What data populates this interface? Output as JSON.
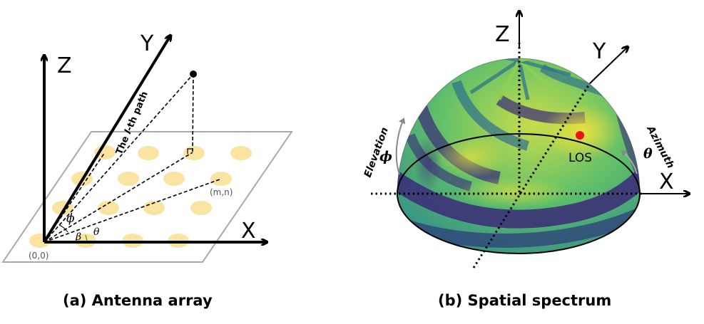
{
  "panel_a": {
    "axis_z": "Z",
    "axis_y": "Y",
    "axis_x": "X",
    "path_label_prefix": "The ",
    "path_label_l": "l",
    "path_label_suffix": "-th path",
    "origin_label": "(0,0)",
    "element_label": "(m,n)",
    "phi": "ϕ",
    "beta": "β",
    "theta": "θ",
    "caption": "(a) Antenna array",
    "element_color": "#fbe3a2"
  },
  "panel_b": {
    "axis_z": "Z",
    "axis_y": "Y",
    "axis_x": "X",
    "elevation_label": "Elevation",
    "phi": "ϕ",
    "azimuth_label": "Azimuth",
    "theta": "θ",
    "los_label": "LOS",
    "caption": "(b) Spatial spectrum",
    "colormap": [
      "#3b2a78",
      "#2e6f8e",
      "#26a784",
      "#8fd450",
      "#f4e33a"
    ],
    "los_color": "#ee1111"
  }
}
